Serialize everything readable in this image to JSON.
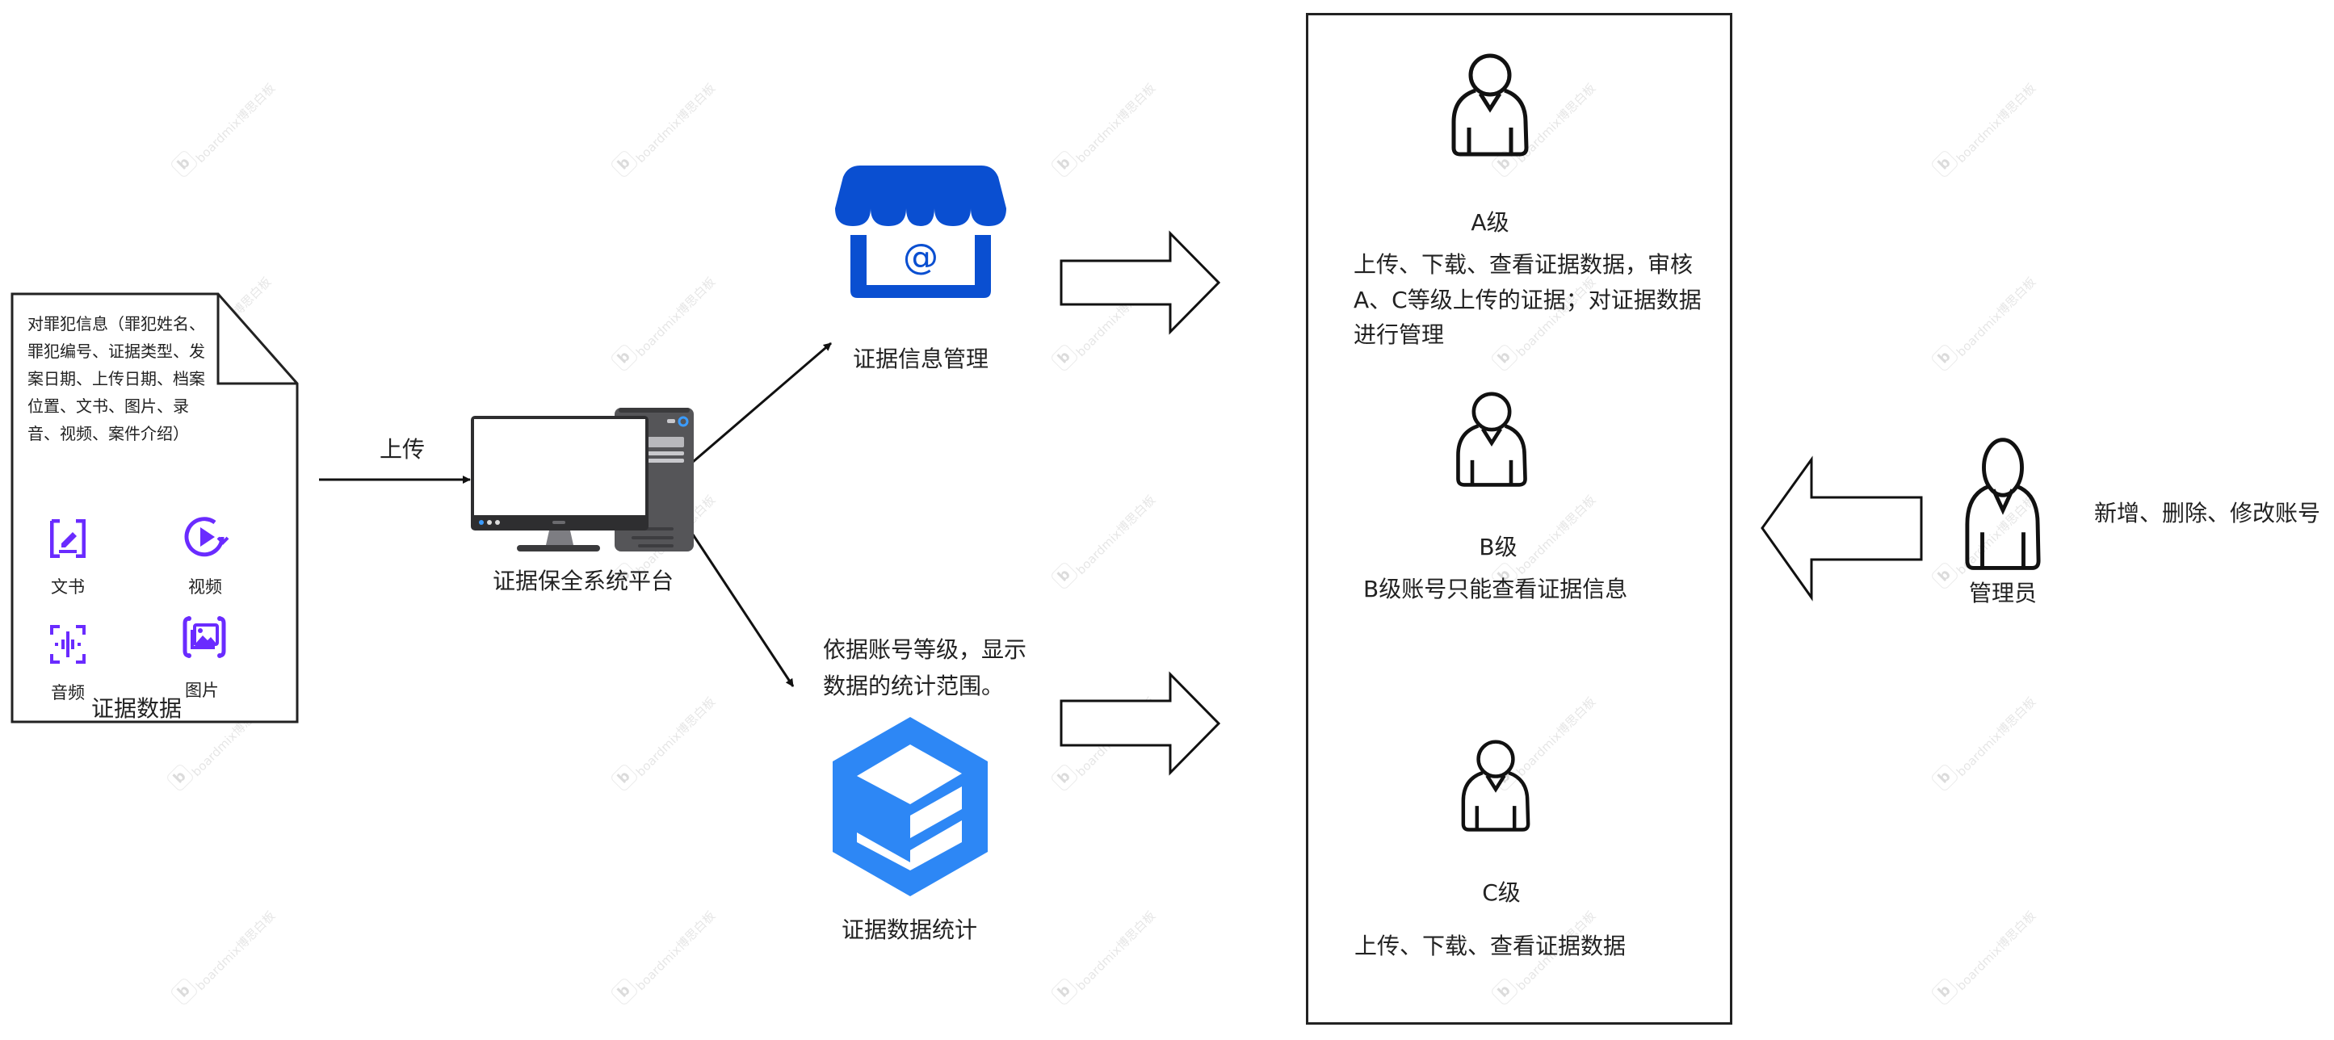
{
  "watermark": {
    "text": "boardmix博思白板",
    "logo": "b"
  },
  "evidence_doc": {
    "description": "对罪犯信息（罪犯姓名、罪犯编号、证据类型、发案日期、上传日期、档案位置、文书、图片、录音、视频、案件介绍）",
    "items": [
      {
        "label": "文书",
        "icon": "document-edit-icon"
      },
      {
        "label": "视频",
        "icon": "video-play-icon"
      },
      {
        "label": "音频",
        "icon": "audio-wave-icon"
      },
      {
        "label": "图片",
        "icon": "image-gallery-icon"
      }
    ],
    "caption": "证据数据",
    "icon_color": "#6a2bff"
  },
  "upload_edge": {
    "label": "上传"
  },
  "platform": {
    "label": "证据保全系统平台",
    "icon": "desktop-computer-icon"
  },
  "info_management": {
    "label": "证据信息管理",
    "icon": "storefront-at-icon",
    "color": "#0a4fd1"
  },
  "data_statistics": {
    "label": "证据数据统计",
    "note_lines": [
      "依据账号等级，显示",
      "数据的统计范围。"
    ],
    "icon": "layered-box-icon",
    "color": "#2d87f5"
  },
  "levels": [
    {
      "title": "A级",
      "lines": [
        "上传、下载、查看证据数据，审核",
        "A、C等级上传的证据；对证据数据",
        "进行管理"
      ]
    },
    {
      "title": "B级",
      "lines": [
        "B级账号只能查看证据信息"
      ]
    },
    {
      "title": "C级",
      "lines": [
        "上传、下载、查看证据数据"
      ]
    }
  ],
  "admin": {
    "label": "管理员",
    "action": "新增、删除、修改账号"
  }
}
